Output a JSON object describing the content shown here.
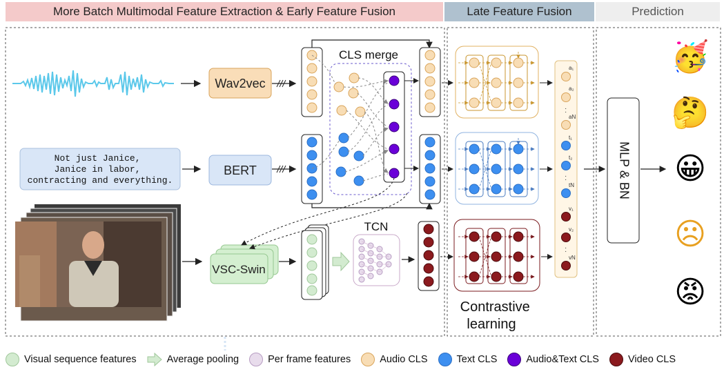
{
  "headers": {
    "early": "More Batch Multimodal Feature Extraction & Early Feature Fusion",
    "late": "Late Feature Fusion",
    "prediction": "Prediction"
  },
  "colors": {
    "audio": "#F8DDB5",
    "audio_stroke": "#D9A45A",
    "text": "#3D8FF0",
    "text_stroke": "#2C6FC4",
    "audiotext": "#6A00D8",
    "video": "#8B1A1E",
    "visual_seq": "#D3EBD0",
    "per_frame": "#E8DCEC",
    "header_early": "#F4CACA",
    "header_late": "#AFC1CF",
    "header_pred": "#EEEEEE"
  },
  "inputs": {
    "text_lines": [
      "Not just Janice,",
      "Janice in labor,",
      "contracting and everything."
    ]
  },
  "modules": {
    "wav2vec": "Wav2vec",
    "bert": "BERT",
    "vsc_swin": "VSC-Swin",
    "tcn": "TCN",
    "cls_merge": "CLS merge",
    "mlp_bn": "MLP & BN",
    "contrastive": "Contrastive learning"
  },
  "concat_labels": {
    "a": [
      "a1",
      "a2",
      "aN"
    ],
    "t": [
      "t1",
      "t2",
      "tN"
    ],
    "v": [
      "v1",
      "v2",
      "vN"
    ]
  },
  "emojis": [
    {
      "name": "party-face",
      "glyph": "🥳"
    },
    {
      "name": "thinking-face",
      "glyph": "🤔"
    },
    {
      "name": "grinning-face",
      "glyph": "😀"
    },
    {
      "name": "frowning-face",
      "glyph": "☹"
    },
    {
      "name": "angry-face",
      "glyph": "😡"
    }
  ],
  "legend": [
    {
      "name": "visual-sequence-features",
      "label": "Visual sequence features",
      "shape": "circle",
      "color": "#D3EBD0",
      "stroke": "#9FC79A"
    },
    {
      "name": "average-pooling",
      "label": "Average pooling",
      "shape": "arrow",
      "color": "#D3EBD0",
      "stroke": "#9FC79A"
    },
    {
      "name": "per-frame-features",
      "label": "Per frame features",
      "shape": "circle",
      "color": "#E8DCEC",
      "stroke": "#B79CC2"
    },
    {
      "name": "audio-cls",
      "label": "Audio CLS",
      "shape": "circle",
      "color": "#F8DDB5",
      "stroke": "#D9A45A"
    },
    {
      "name": "text-cls",
      "label": "Text CLS",
      "shape": "circle",
      "color": "#3D8FF0",
      "stroke": "#2C6FC4"
    },
    {
      "name": "audiotext-cls",
      "label": "Audio&Text CLS",
      "shape": "circle",
      "color": "#6A00D8",
      "stroke": "#3A007A"
    },
    {
      "name": "video-cls",
      "label": "Video CLS",
      "shape": "circle",
      "color": "#8B1A1E",
      "stroke": "#4A0A0C"
    }
  ]
}
